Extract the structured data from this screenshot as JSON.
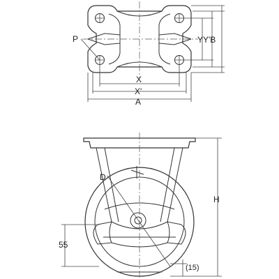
{
  "dimensions": {
    "P": "P",
    "YY_B": "YY'B",
    "X": "X",
    "X_prime": "X'",
    "A": "A",
    "D": "D",
    "H": "H",
    "wheel_offset": "55",
    "clearance": "(15)"
  }
}
